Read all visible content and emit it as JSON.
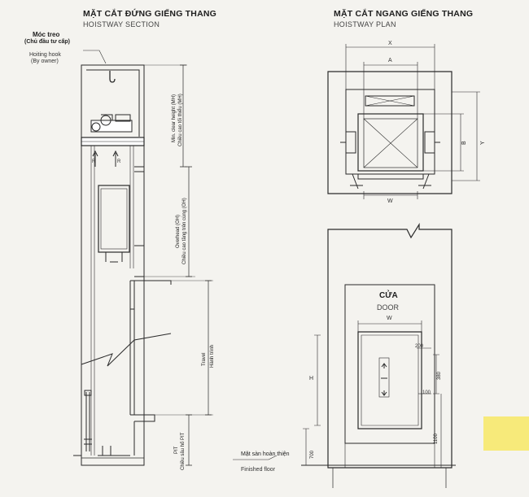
{
  "section": {
    "title": "MẶT CẮT ĐỨNG GIẾNG THANG",
    "subtitle": "HOISTWAY SECTION",
    "hook_vi": "Móc treo",
    "hook_owner_vi": "(Chủ đầu tư cấp)",
    "hook_en": "Hoiting hook",
    "hook_owner_en": "(By owner)",
    "mh_en": "Min. clear height (MH)",
    "mh_vi": "Chiều cao tối thiểu (MH)",
    "oh_en": "Overhead (OH)",
    "oh_vi": "Chiều cao tầng trên cùng (OH)",
    "travel_en": "Travel",
    "travel_vi": "Hành trình",
    "pit_en": "PIT",
    "pit_vi": "Chiều sâu hố PIT",
    "r_left": "R",
    "r_right": "R",
    "finished_vi": "Mặt sàn hoàn thiện",
    "finished_en": "Finished floor"
  },
  "plan": {
    "title": "MẶT CẮT NGANG GIẾNG THANG",
    "subtitle": "HOISTWAY PLAN",
    "dim_x": "X",
    "dim_a": "A",
    "dim_b": "B",
    "dim_y": "Y",
    "dim_w": "W"
  },
  "door": {
    "title": "CỬA",
    "subtitle": "DOOR",
    "dim_w": "W",
    "dim_h": "H",
    "dim_200": "200",
    "dim_380": "380",
    "dim_100": "100",
    "dim_1100": "1100",
    "dim_700": "700"
  }
}
